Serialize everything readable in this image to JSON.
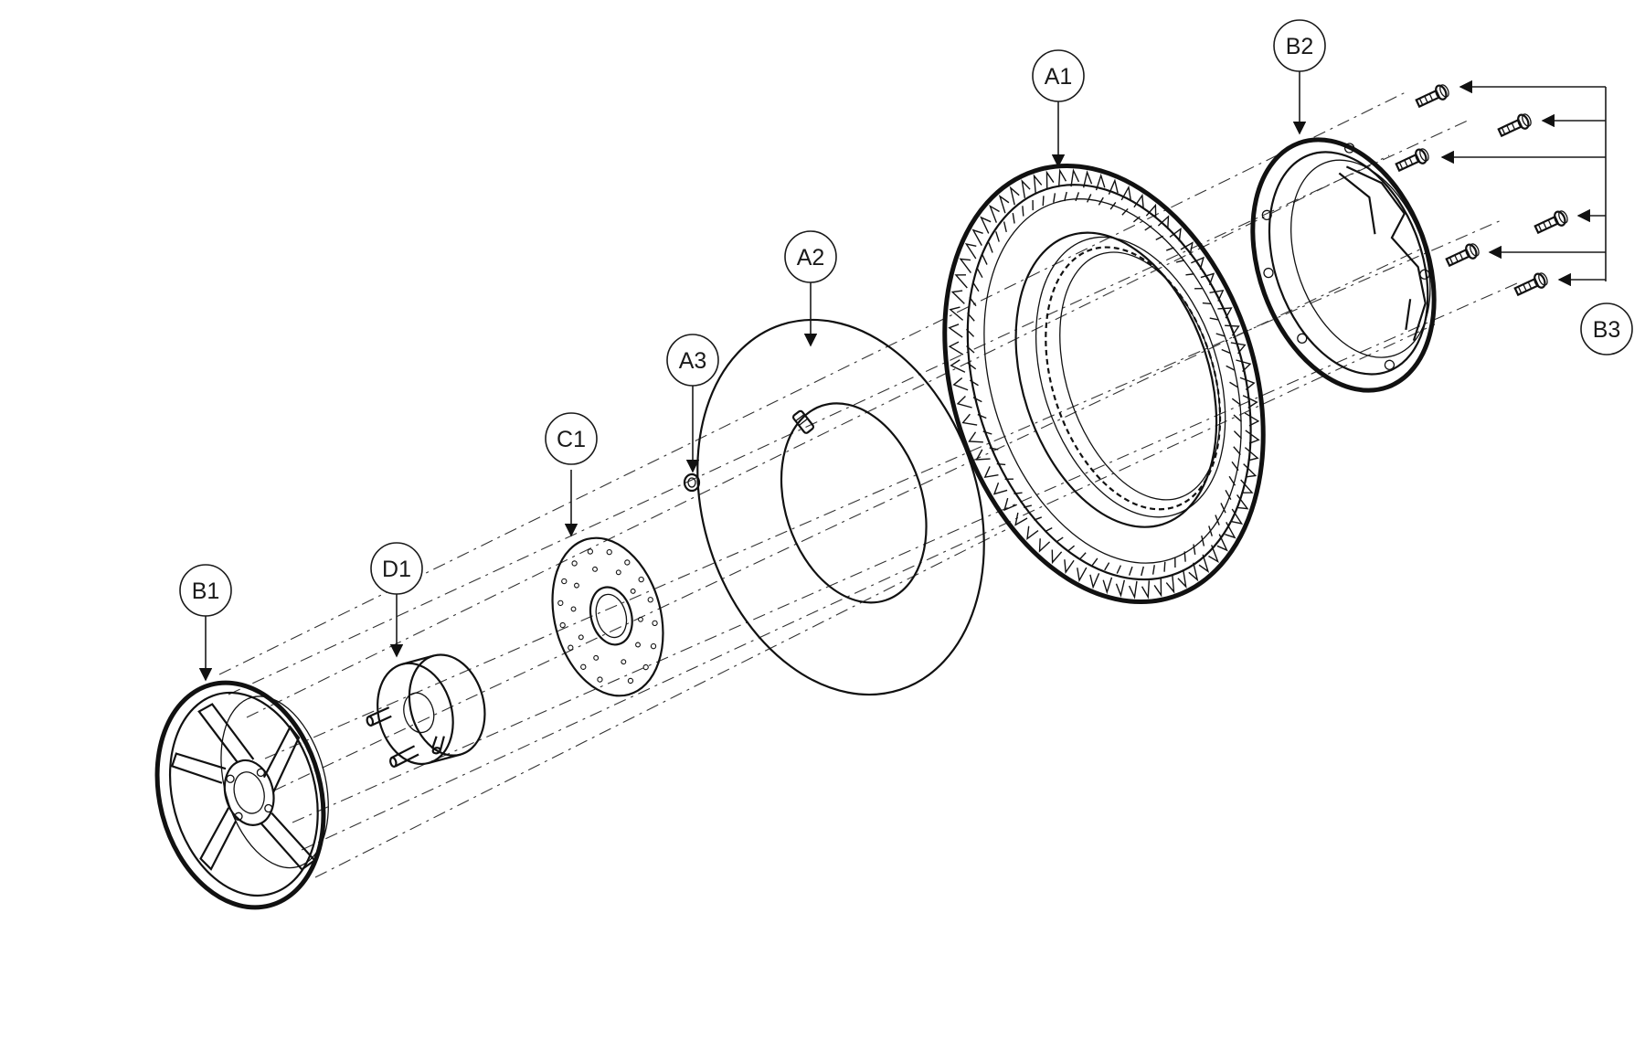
{
  "callouts": {
    "A1": "A1",
    "A2": "A2",
    "A3": "A3",
    "B1": "B1",
    "B2": "B2",
    "B3": "B3",
    "C1": "C1",
    "D1": "D1"
  },
  "colors": {
    "line": "#111111",
    "background": "#ffffff"
  }
}
